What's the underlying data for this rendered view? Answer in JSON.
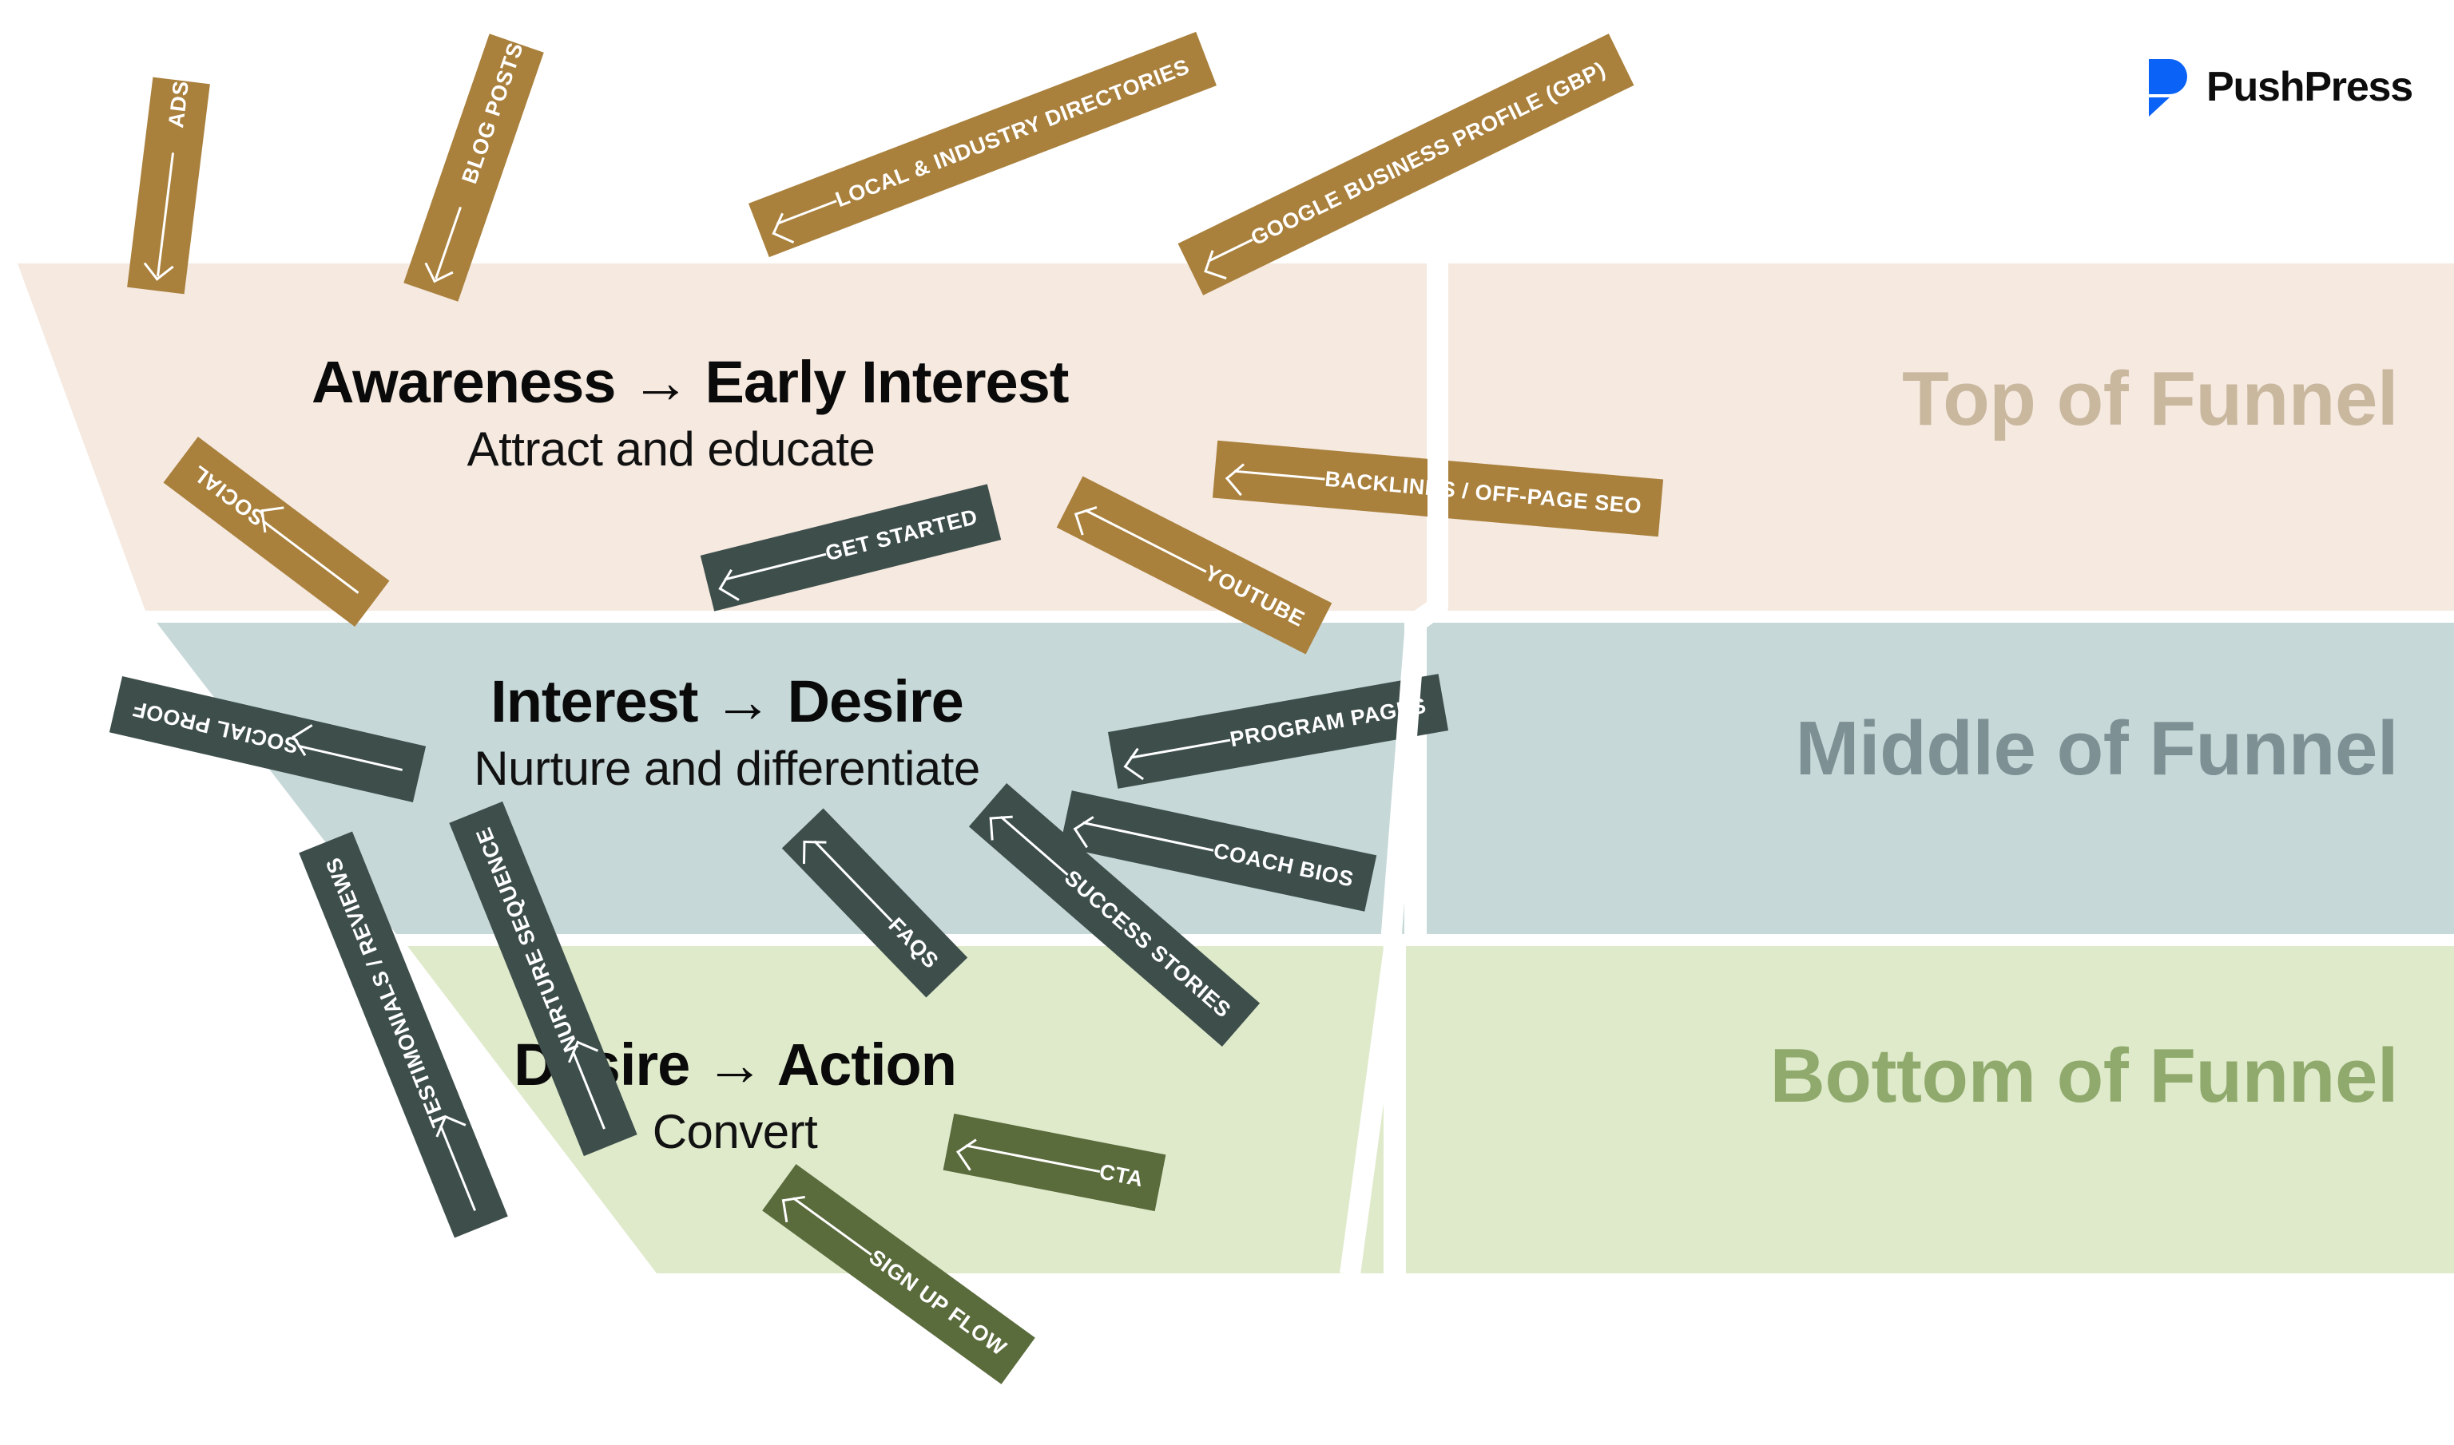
{
  "brand": {
    "name": "PushPress",
    "logo_icon": "pushpress-p-mark",
    "mark_color": "#0B62F6",
    "wordmark_color": "#0D0D0D"
  },
  "funnel": {
    "bands": [
      {
        "key": "tof",
        "label": "Top of Funnel",
        "fill": "#F5E9E0",
        "text_color": "#C9B79E"
      },
      {
        "key": "mof",
        "label": "Middle of Funnel",
        "fill": "#C7D8D9",
        "text_color": "#7D9093"
      },
      {
        "key": "bof",
        "label": "Bottom of Funnel",
        "fill": "#DFEACB",
        "text_color": "#8FAA6C"
      }
    ],
    "stages": [
      {
        "key": "awareness",
        "title": "Awareness → Early Interest",
        "subtitle": "Attract and educate"
      },
      {
        "key": "interest",
        "title": "Interest → Desire",
        "subtitle": "Nurture and differentiate"
      },
      {
        "key": "desire",
        "title": "Desire → Action",
        "subtitle": "Convert"
      }
    ]
  },
  "channels": {
    "tof_color": "#A9803C",
    "mof_color": "#3D4E4B",
    "bof_color": "#5A6B3C",
    "items": [
      {
        "id": "ads",
        "label": "ADS",
        "band": "tof",
        "color": "#A9803C",
        "direction": "down"
      },
      {
        "id": "blog-posts",
        "label": "BLOG POSTS",
        "band": "tof",
        "color": "#A9803C",
        "direction": "down"
      },
      {
        "id": "local-industry-directories",
        "label": "LOCAL & INDUSTRY DIRECTORIES",
        "band": "tof",
        "color": "#A9803C",
        "direction": "left"
      },
      {
        "id": "google-business-profile",
        "label": "GOOGLE BUSINESS PROFILE (GBP)",
        "band": "tof",
        "color": "#A9803C",
        "direction": "left"
      },
      {
        "id": "backlinks-off-page-seo",
        "label": "BACKLINKS / OFF-PAGE SEO",
        "band": "tof",
        "color": "#A9803C",
        "direction": "left"
      },
      {
        "id": "youtube",
        "label": "YOUTUBE",
        "band": "tof",
        "color": "#A9803C",
        "direction": "left"
      },
      {
        "id": "social",
        "label": "SOCIAL",
        "band": "tof",
        "color": "#A9803C",
        "direction": "right"
      },
      {
        "id": "get-started",
        "label": "GET STARTED",
        "band": "mof",
        "color": "#3D4E4B",
        "direction": "left"
      },
      {
        "id": "social-proof",
        "label": "SOCIAL PROOF",
        "band": "mof",
        "color": "#3D4E4B",
        "direction": "right"
      },
      {
        "id": "program-pages",
        "label": "PROGRAM PAGES",
        "band": "mof",
        "color": "#3D4E4B",
        "direction": "left"
      },
      {
        "id": "coach-bios",
        "label": "COACH BIOS",
        "band": "mof",
        "color": "#3D4E4B",
        "direction": "left"
      },
      {
        "id": "success-stories",
        "label": "SUCCESS STORIES",
        "band": "mof",
        "color": "#3D4E4B",
        "direction": "left"
      },
      {
        "id": "faqs",
        "label": "FAQS",
        "band": "mof",
        "color": "#3D4E4B",
        "direction": "left"
      },
      {
        "id": "testimonials-reviews",
        "label": "TESTIMONIALS / REVIEWS",
        "band": "mof",
        "color": "#3D4E4B",
        "direction": "right"
      },
      {
        "id": "nurture-sequence",
        "label": "NURTURE SEQUENCE",
        "band": "mof",
        "color": "#3D4E4B",
        "direction": "right"
      },
      {
        "id": "cta",
        "label": "CTA",
        "band": "bof",
        "color": "#5A6B3C",
        "direction": "left"
      },
      {
        "id": "sign-up-flow",
        "label": "SIGN UP FLOW",
        "band": "bof",
        "color": "#5A6B3C",
        "direction": "left"
      }
    ]
  }
}
